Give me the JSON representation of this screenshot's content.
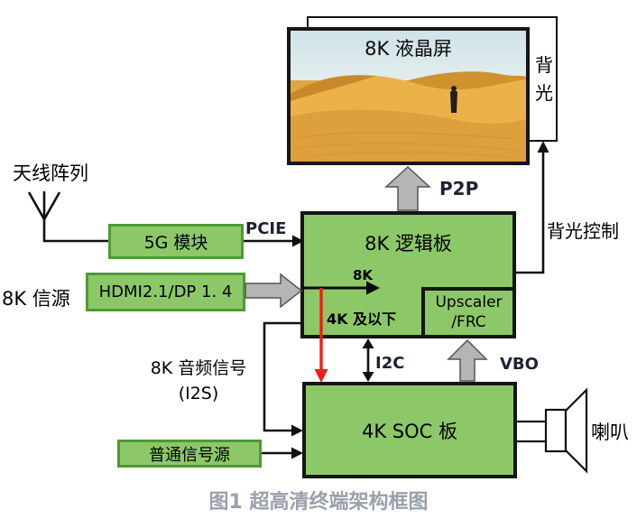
{
  "nodes": {
    "screen": "8K 液晶屏",
    "backlight": "背光",
    "logic_board": "8K 逻辑板",
    "upscaler_line1": "Upscaler",
    "upscaler_line2": "/FRC",
    "soc_board": "4K SOC 板",
    "module_5g": "5G 模块",
    "hdmi": "HDMI2.1/DP 1. 4",
    "normal_source": "普通信号源"
  },
  "labels": {
    "antenna": "天线阵列",
    "source_8k": "8K 信源",
    "pcie": "PCIE",
    "p2p": "P2P",
    "backlight_control": "背光控制",
    "bus_8k": "8K",
    "bus_4k": "4K 及以下",
    "i2c": "I2C",
    "vbo": "VBO",
    "audio_line1": "8K 音频信号",
    "audio_line2": "(I2S)",
    "speaker": "喇叭",
    "caption": "图1 超高清终端架构框图"
  },
  "colors": {
    "box_green": "#8CC868",
    "box_green_border": "#4F9A33",
    "arrow_gray": "#B5B5B5",
    "arrow_red": "#F21D15",
    "caption_gray": "#98A0AB"
  }
}
